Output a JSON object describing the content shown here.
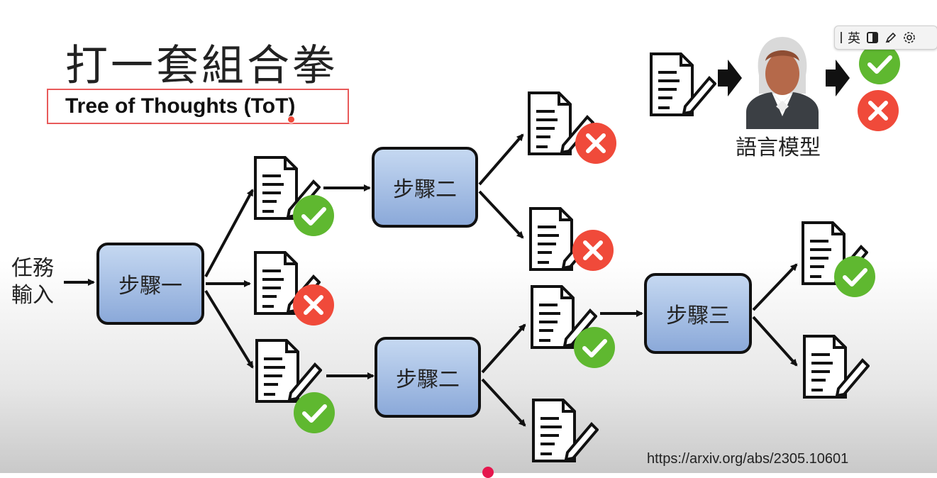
{
  "title": "打一套組合拳",
  "subtitle": "Tree of Thoughts (ToT)",
  "input_label": "任務輸入",
  "steps": {
    "step1": "步驟一",
    "step2_top": "步驟二",
    "step2_bottom": "步驟二",
    "step3": "步驟三"
  },
  "model_label": "語言模型",
  "url": "https://arxiv.org/abs/2305.10601",
  "toolbar": {
    "lang": "英"
  },
  "colors": {
    "check_green": "#5fb830",
    "cross_red": "#f04a3a",
    "step_fill": "#a8c2e8"
  }
}
